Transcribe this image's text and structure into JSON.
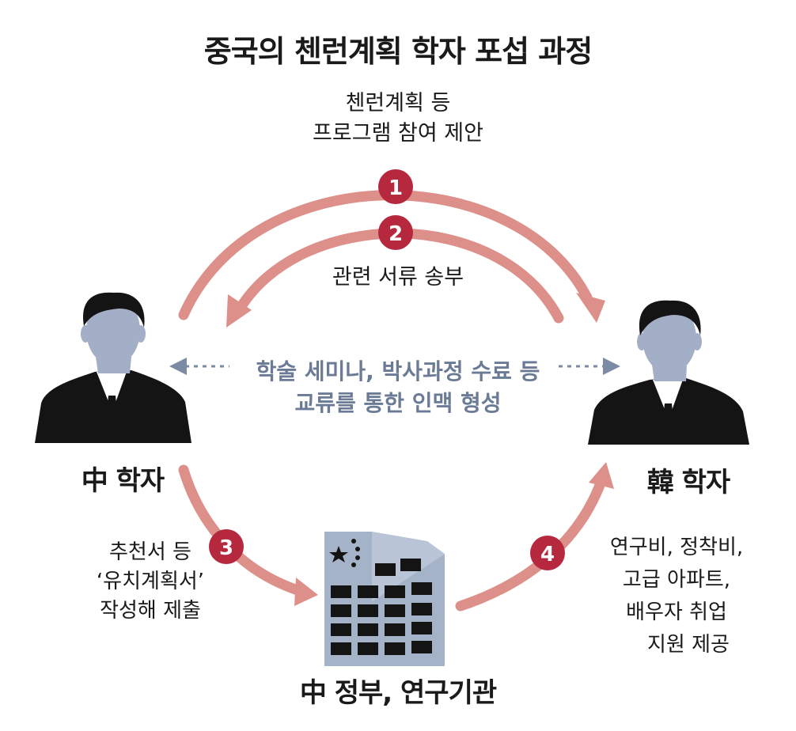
{
  "title": "중국의 첸런계획 학자 포섭 과정",
  "parties": {
    "chinese_scholar": "中 학자",
    "korean_scholar": "韓 학자",
    "government": "中 정부, 연구기관"
  },
  "steps": [
    {
      "number": "1",
      "lines": [
        "첸런계획 등",
        "프로그램 참여 제안"
      ]
    },
    {
      "number": "2",
      "lines": [
        "관련 서류 송부"
      ]
    },
    {
      "number": "3",
      "lines": [
        "추천서 등",
        "‘유치계획서’",
        "작성해 제출"
      ]
    },
    {
      "number": "4",
      "lines": [
        "연구비, 정착비,",
        "고급 아파트,",
        "배우자 취업",
        "지원 제공"
      ]
    }
  ],
  "exchange": {
    "lines": [
      "학술 세미나, 박사과정 수료 등",
      "교류를 통한 인맥 형성"
    ]
  },
  "colors": {
    "arrow": "#dd8f89",
    "badge": "#b5283d",
    "exchange_text": "#6b7b96",
    "person_face": "#a3afc6",
    "building": "#a5b3c9",
    "text": "#1a1a1a"
  },
  "icons": {
    "chinese_scholar": "person-suit-icon",
    "korean_scholar": "person-suit-icon",
    "government": "office-building-icon",
    "flag": "china-stars-icon"
  }
}
